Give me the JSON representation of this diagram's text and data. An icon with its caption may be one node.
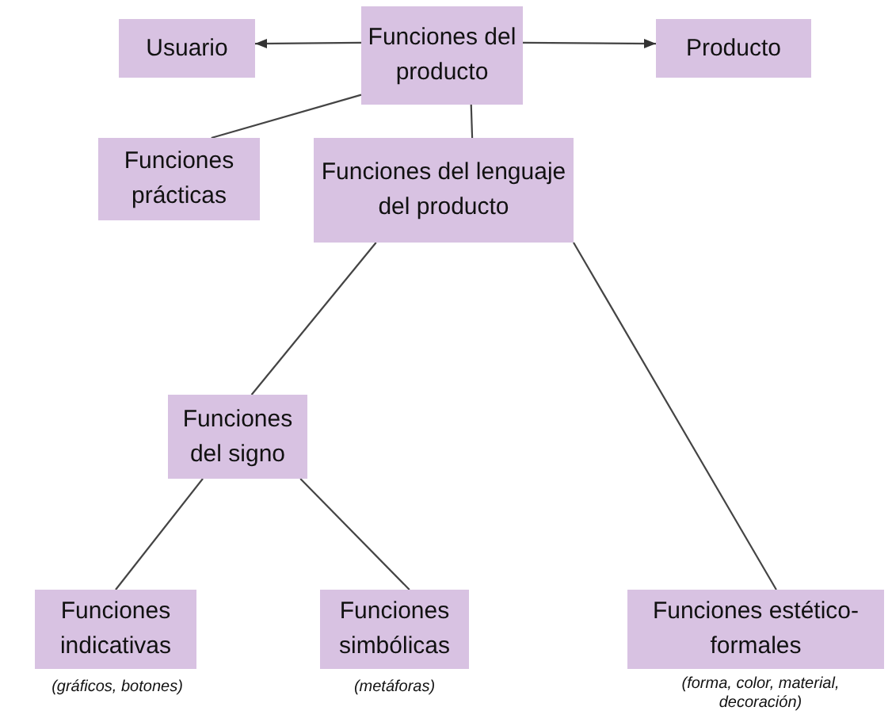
{
  "diagram": {
    "nodes": [
      {
        "text": [
          "Usuario"
        ]
      },
      {
        "text": [
          "Funciones del producto"
        ]
      },
      {
        "text": [
          "Producto"
        ]
      },
      {
        "text": [
          "Funciones prácticas"
        ]
      },
      {
        "text": [
          "Funciones del lenguaje del producto"
        ]
      },
      {
        "text": [
          "Funciones del signo"
        ]
      },
      {
        "text": [
          "Funciones indicativas"
        ],
        "beside": [
          "(gráficos, botones)"
        ]
      },
      {
        "text": [
          "Funciones simbólicas"
        ],
        "beside": [
          "(metáforas)"
        ]
      },
      {
        "text": [
          "Funciones estético-formales"
        ],
        "beside": [
          "(forma, color, material, decoración)"
        ]
      }
    ],
    "edges": [
      {
        "from": 1,
        "to": 0,
        "arrow": "to"
      },
      {
        "from": 1,
        "to": 2,
        "arrow": "to"
      },
      {
        "from": 1,
        "to": 3,
        "arrow": "none"
      },
      {
        "from": 1,
        "to": 4,
        "arrow": "none"
      },
      {
        "from": 4,
        "to": 5,
        "arrow": "none"
      },
      {
        "from": 4,
        "to": 8,
        "arrow": "none"
      },
      {
        "from": 5,
        "to": 6,
        "arrow": "none"
      },
      {
        "from": 5,
        "to": 7,
        "arrow": "none"
      }
    ]
  }
}
